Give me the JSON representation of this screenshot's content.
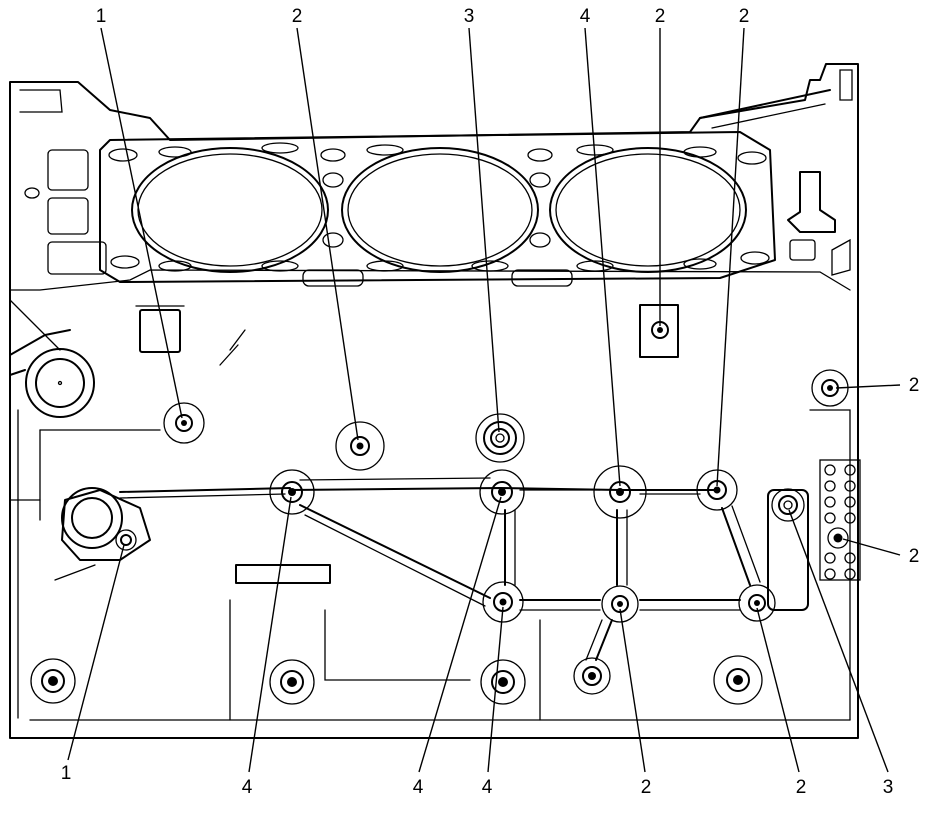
{
  "callouts": [
    {
      "label": "1"
    },
    {
      "label": "2"
    },
    {
      "label": "3"
    },
    {
      "label": "4"
    },
    {
      "label": "2"
    },
    {
      "label": "2"
    },
    {
      "label": "2"
    },
    {
      "label": "2"
    },
    {
      "label": "1"
    },
    {
      "label": "4"
    },
    {
      "label": "4"
    },
    {
      "label": "4"
    },
    {
      "label": "2"
    },
    {
      "label": "2"
    },
    {
      "label": "3"
    }
  ],
  "colors": {
    "line": "#000000",
    "background": "#ffffff"
  }
}
